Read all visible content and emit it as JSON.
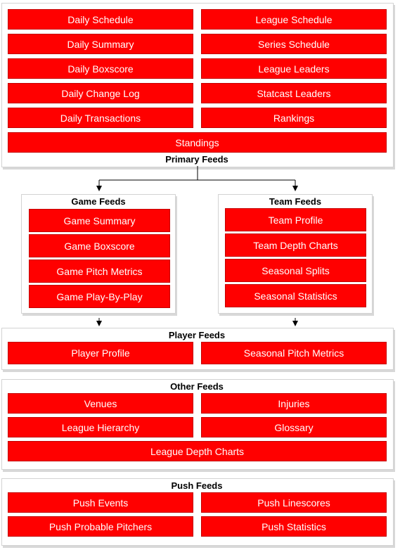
{
  "primary": {
    "title": "Primary Feeds",
    "left_items": [
      "Daily Schedule",
      "Daily Summary",
      "Daily Boxscore",
      "Daily Change Log",
      "Daily Transactions"
    ],
    "right_items": [
      "League Schedule",
      "Series Schedule",
      "League Leaders",
      "Statcast Leaders",
      "Rankings"
    ],
    "full_item": "Standings"
  },
  "game": {
    "title": "Game Feeds",
    "items": [
      "Game Summary",
      "Game Boxscore",
      "Game Pitch Metrics",
      "Game Play-By-Play"
    ]
  },
  "team": {
    "title": "Team Feeds",
    "items": [
      "Team Profile",
      "Team Depth Charts",
      "Seasonal Splits",
      "Seasonal Statistics"
    ]
  },
  "player": {
    "title": "Player Feeds",
    "items": [
      "Player Profile",
      "Seasonal Pitch Metrics"
    ]
  },
  "other": {
    "title": "Other Feeds",
    "left_items": [
      "Venues",
      "League Hierarchy"
    ],
    "right_items": [
      "Injuries",
      "Glossary"
    ],
    "full_item": "League Depth Charts"
  },
  "push": {
    "title": "Push Feeds",
    "left_items": [
      "Push Events",
      "Push Probable Pitchers"
    ],
    "right_items": [
      "Push Linescores",
      "Push Statistics"
    ]
  },
  "colors": {
    "button_fill": "#ff0000",
    "button_text": "#ffffff",
    "panel_border": "#d3d3d3"
  }
}
